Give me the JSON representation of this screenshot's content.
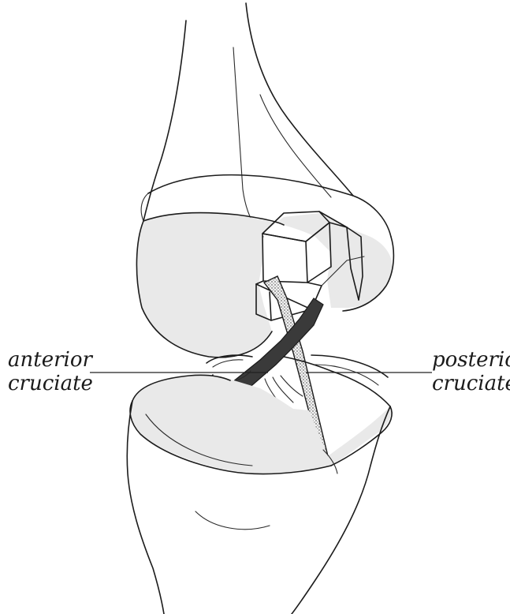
{
  "labels": {
    "anterior_line1": "anterior",
    "anterior_line2": "cruciate",
    "posterior_line1": "posterior",
    "posterior_line2": "cruciate"
  }
}
